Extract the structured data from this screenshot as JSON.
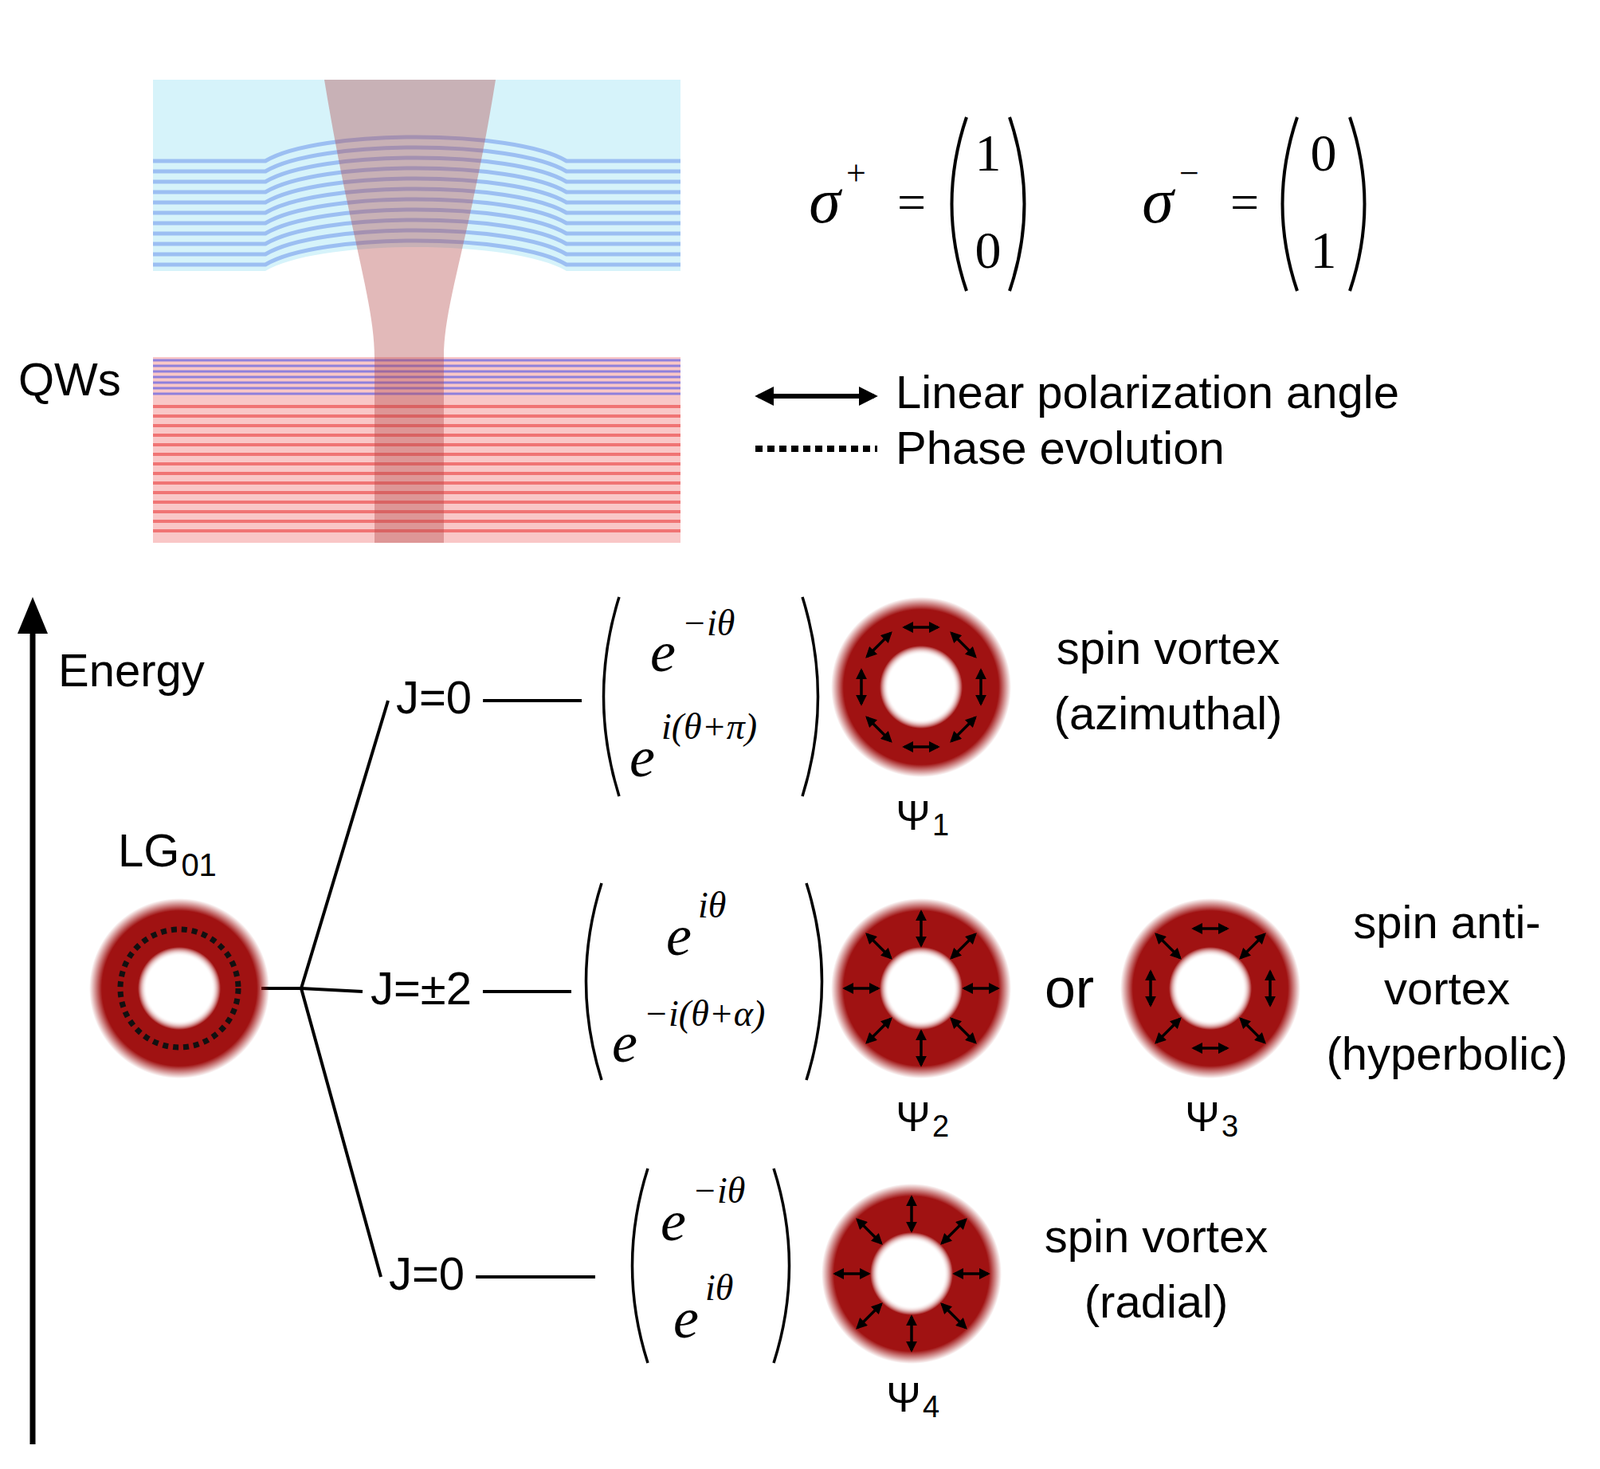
{
  "diagram": {
    "nodes": [
      {
        "text": [
          "LG",
          "01"
        ]
      },
      {
        "text": [
          "J=0"
        ]
      },
      {
        "text": [
          "J=±2"
        ]
      },
      {
        "text": [
          "J=0"
        ]
      }
    ],
    "edges": [
      {
        "from": 0,
        "to": 1,
        "arrow": "none"
      },
      {
        "from": 0,
        "to": 2,
        "arrow": "none"
      },
      {
        "from": 0,
        "to": 3,
        "arrow": "none"
      }
    ],
    "labels": [
      "QWs",
      "σ",
      "+",
      "=",
      "1",
      "0",
      "σ",
      "−",
      "=",
      "0",
      "1",
      "Energy",
      "e",
      "−iθ",
      "e",
      "i(θ+π)",
      "Ψ",
      "1",
      "spin vortex (azimuthal)",
      "e",
      "iθ",
      "e",
      "−i(θ+α)",
      "Ψ",
      "2",
      "or",
      "Ψ",
      "3",
      "spin anti-vortex (hyperbolic)",
      "e",
      "−iθ",
      "e",
      "iθ",
      "Ψ",
      "4",
      "spin vortex (radial)"
    ],
    "legend": [
      {
        "text": "Linear polarization angle"
      },
      {
        "text": "Phase evolution"
      }
    ]
  }
}
